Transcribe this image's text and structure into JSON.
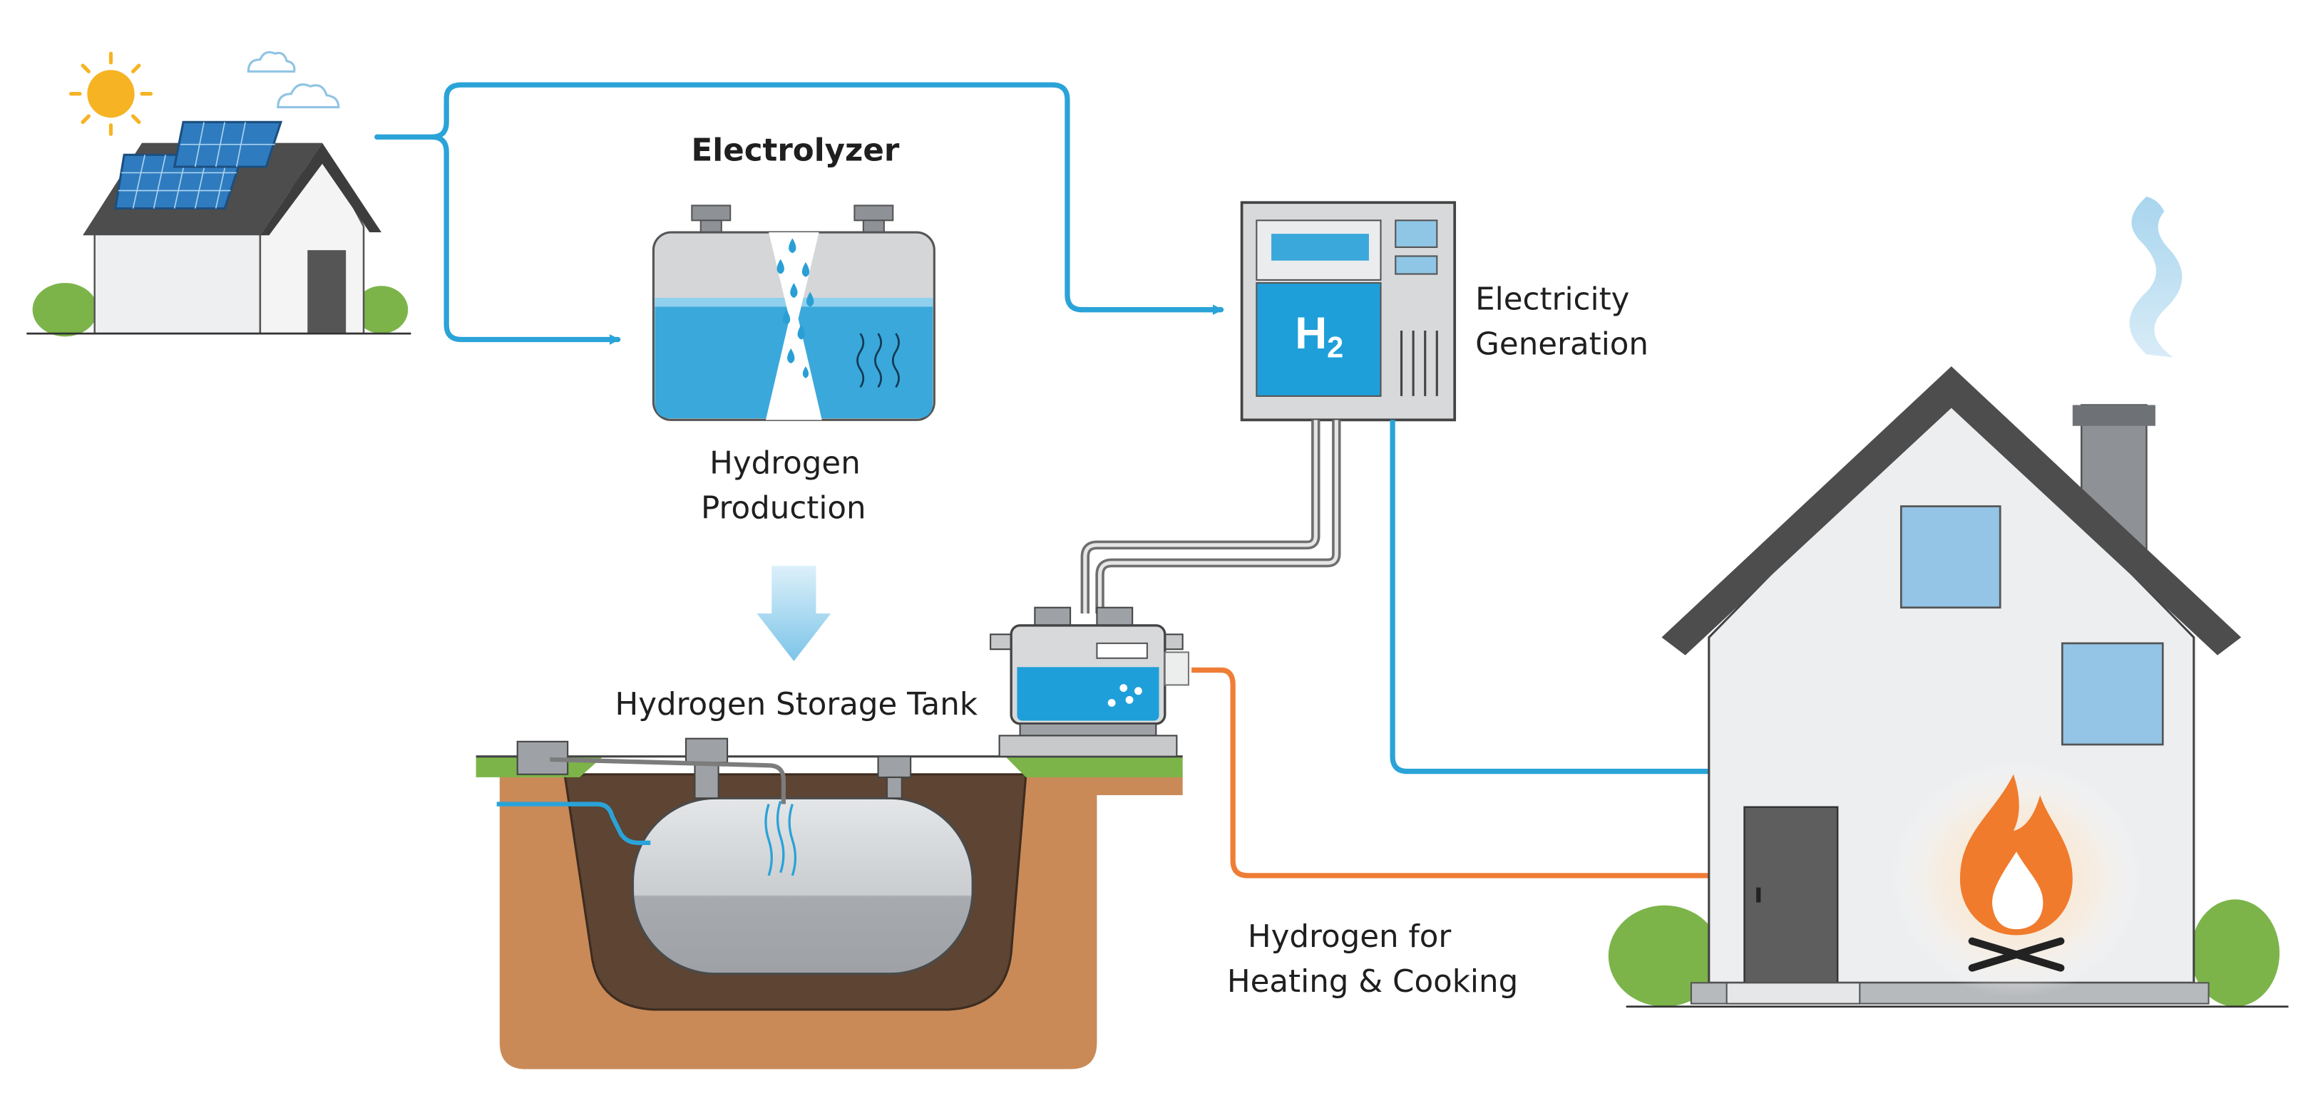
{
  "labels": {
    "electrolyzer": "Electrolyzer",
    "hydrogen_production_line1": "Hydrogen",
    "hydrogen_production_line2": "Production",
    "electricity_generation_line1": "Electricity",
    "electricity_generation_line2": "Generation",
    "storage_tank": "Hydrogen Storage Tank",
    "heating_cooking_line1": "Hydrogen for",
    "heating_cooking_line2": "Heating & Cooking",
    "fuel_cell_symbol": "H",
    "fuel_cell_subscript": "2"
  },
  "colors": {
    "water_blue": "#2a9fd6",
    "flow_blue": "#2aa3d8",
    "flow_orange": "#ef7d36",
    "pipe_grey": "#8c8c8c",
    "soil": "#c98a58",
    "grass": "#7cb44a",
    "roof": "#4d4d4d",
    "sun": "#f6b323",
    "flame": "#f07b2c"
  }
}
